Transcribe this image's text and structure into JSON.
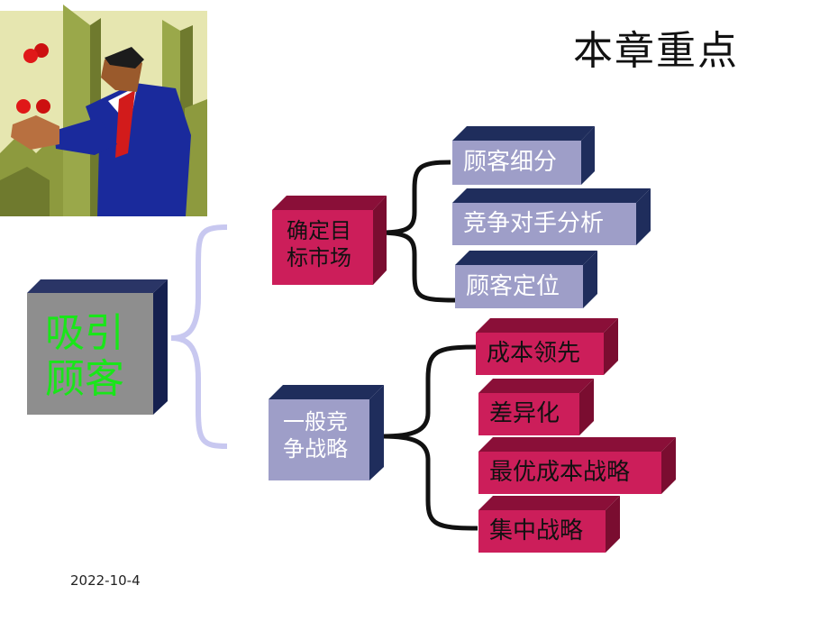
{
  "title": "本章重点",
  "date": "2022-10-4",
  "root": {
    "line1": "吸引",
    "line2": "顾客"
  },
  "branches": [
    {
      "line1": "确定目",
      "line2": "标市场",
      "children": [
        "顾客细分",
        "竞争对手分析",
        "顾客定位"
      ]
    },
    {
      "line1": "一般竞",
      "line2": "争战略",
      "children": [
        "成本领先",
        "差异化",
        "最优成本战略",
        "集中战略"
      ]
    }
  ],
  "colors": {
    "root_fill": "#8e8e8e",
    "root_text": "#19e619",
    "crimson": "#cc1e5a",
    "lavender": "#9e9ec8",
    "navy": "#1f2d5c",
    "root_bracket": "#c8c8f0"
  },
  "illustration": {
    "icon": "juggling-businessman-clipart"
  }
}
